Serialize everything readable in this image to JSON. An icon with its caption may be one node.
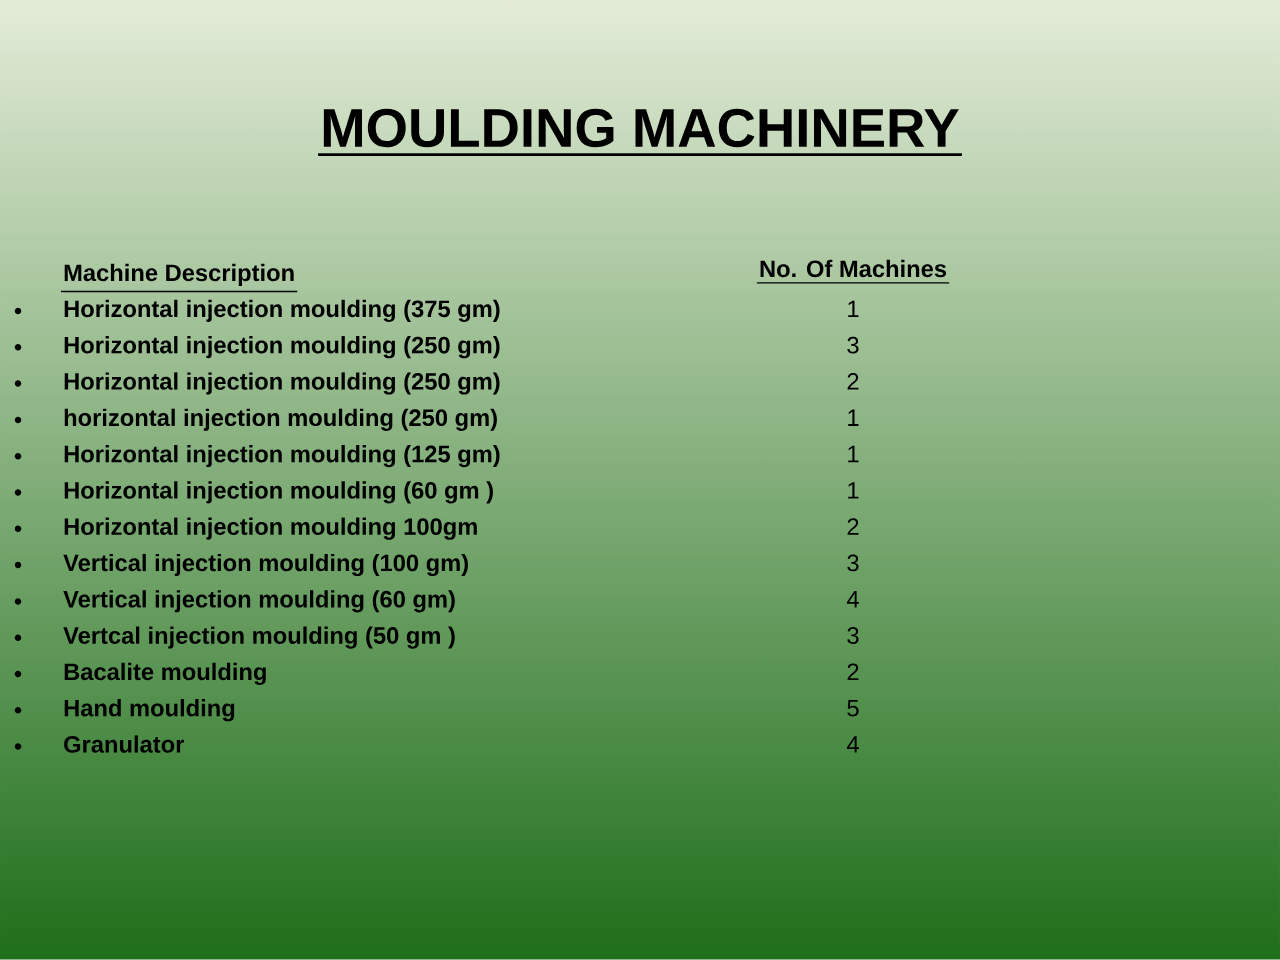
{
  "diagram": {
    "title": "MOULDING MACHINERY",
    "labels": [
      "Machine Description",
      "No. Of Machines",
      "Horizontal injection moulding (375 gm)",
      "1",
      "Horizontal injection moulding (250 gm)",
      "3",
      "Horizontal injection moulding (250 gm)",
      "2",
      "horizontal injection moulding (250 gm)",
      "1",
      "Horizontal injection moulding (125 gm)",
      "1",
      "Horizontal injection moulding (60 gm )",
      "1",
      "Horizontal injection moulding 100gm",
      "2",
      "Vertical injection moulding (100 gm)",
      "3",
      "Vertical injection moulding (60 gm)",
      "4",
      "Vertcal injection moulding (50 gm )",
      "3",
      "Bacalite moulding",
      "2",
      "Hand moulding",
      "5",
      "Granulator",
      "4"
    ]
  }
}
